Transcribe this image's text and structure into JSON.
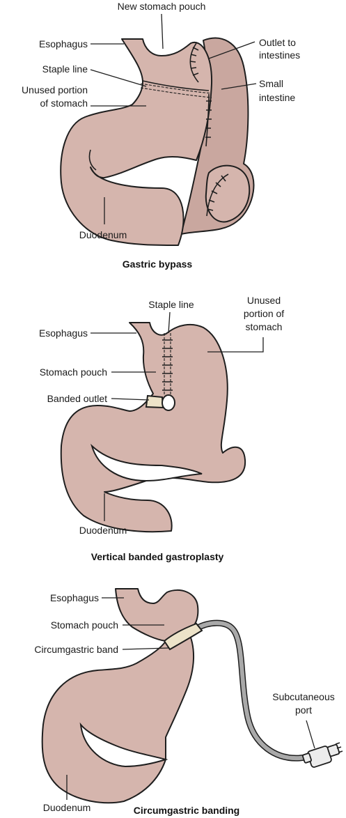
{
  "panels": [
    {
      "caption": "Gastric bypass",
      "labels": {
        "new_stomach_pouch": "New stomach pouch",
        "esophagus": "Esophagus",
        "outlet_line1": "Outlet to",
        "outlet_line2": "intestines",
        "staple_line": "Staple line",
        "unused_line1": "Unused portion",
        "unused_line2": "of stomach",
        "small_line1": "Small",
        "small_line2": "intestine",
        "duodenum": "Duodenum"
      }
    },
    {
      "caption": "Vertical banded gastroplasty",
      "labels": {
        "staple_line": "Staple line",
        "unused_line1": "Unused",
        "unused_line2": "portion of",
        "unused_line3": "stomach",
        "esophagus": "Esophagus",
        "stomach_pouch": "Stomach pouch",
        "banded_outlet": "Banded outlet",
        "duodenum": "Duodenum"
      }
    },
    {
      "caption": "Circumgastric banding",
      "labels": {
        "esophagus": "Esophagus",
        "stomach_pouch": "Stomach pouch",
        "circumgastric_band": "Circumgastric band",
        "port_line1": "Subcutaneous",
        "port_line2": "port",
        "duodenum": "Duodenum"
      }
    }
  ],
  "colors": {
    "tissue": "#d5b5ad",
    "band": "#ede3c9",
    "tube": "#a9a9a9",
    "outline": "#1e1e1e"
  }
}
